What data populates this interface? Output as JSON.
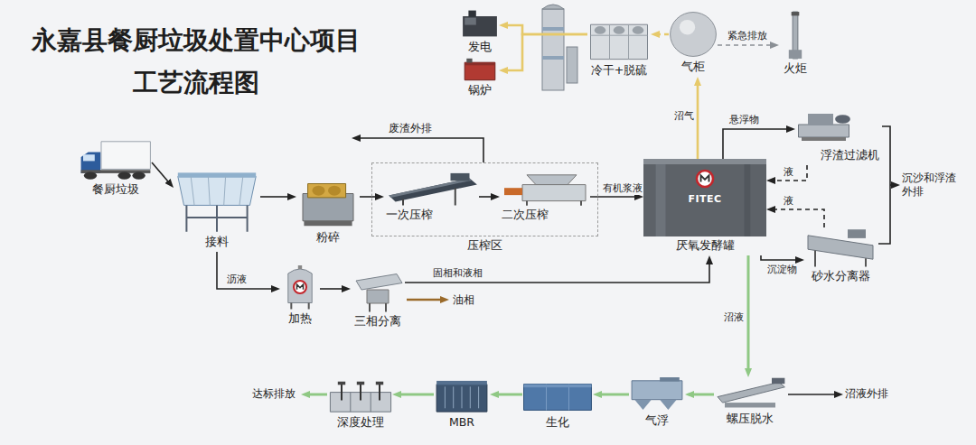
{
  "diagram": {
    "title": "永嘉县餐厨垃圾处置中心项目 工艺流程图",
    "nodes": [
      {
        "text": [
          "餐厨垃圾"
        ]
      },
      {
        "text": [
          "接料"
        ]
      },
      {
        "text": [
          "粉碎"
        ]
      },
      {
        "text": [
          "压榨区"
        ]
      },
      {
        "text": [
          "一次压榨"
        ],
        "in": 3
      },
      {
        "text": [
          "二次压榨"
        ],
        "in": 3
      },
      {
        "text": [
          "FITEC",
          "厌氧发酵罐"
        ]
      },
      {
        "text": [
          "加热"
        ]
      },
      {
        "text": [
          "三相分离"
        ]
      },
      {
        "text": [
          "浮渣过滤机"
        ]
      },
      {
        "text": [
          "砂水分离器"
        ]
      },
      {
        "text": [
          "气柜"
        ]
      },
      {
        "text": [
          "火炬"
        ]
      },
      {
        "text": [
          "冷干+脱硫"
        ]
      },
      {
        "text": [
          "发电"
        ]
      },
      {
        "text": [
          "锅炉"
        ]
      },
      {
        "text": [
          "螺压脱水"
        ]
      },
      {
        "text": [
          "气浮"
        ]
      },
      {
        "text": [
          "生化"
        ]
      },
      {
        "text": [
          "MBR"
        ]
      },
      {
        "text": [
          "深度处理"
        ]
      }
    ],
    "edges": [
      {
        "from": 0,
        "to": 1,
        "arrow": "to"
      },
      {
        "from": 1,
        "to": 2,
        "arrow": "to"
      },
      {
        "from": 2,
        "to": 4,
        "arrow": "to"
      },
      {
        "from": 4,
        "to": 5,
        "arrow": "to"
      },
      {
        "from": 5,
        "to": 6,
        "label": "有机浆液",
        "arrow": "to"
      },
      {
        "from": 1,
        "to": 7,
        "label": "沥液",
        "arrow": "to"
      },
      {
        "from": 7,
        "to": 8,
        "arrow": "to"
      },
      {
        "from": 8,
        "to": 6,
        "label": "固相和液相",
        "arrow": "to"
      },
      {
        "from": 6,
        "to": 11,
        "label": "沼气",
        "arrow": "to"
      },
      {
        "from": 11,
        "to": 13,
        "arrow": "to"
      },
      {
        "from": 11,
        "to": 12,
        "label": "紧急排放",
        "arrow": "to"
      },
      {
        "from": 13,
        "to": 14,
        "arrow": "to"
      },
      {
        "from": 13,
        "to": 15,
        "arrow": "to"
      },
      {
        "from": 6,
        "to": 9,
        "label": "悬浮物",
        "arrow": "to"
      },
      {
        "from": 9,
        "to": 6,
        "label": "液",
        "arrow": "to"
      },
      {
        "from": 6,
        "to": 10,
        "label": "沉淀物",
        "arrow": "to"
      },
      {
        "from": 10,
        "to": 6,
        "label": "液",
        "arrow": "to"
      },
      {
        "from": 6,
        "to": 16,
        "label": "沼液",
        "arrow": "to"
      },
      {
        "from": 16,
        "to": 17,
        "arrow": "to"
      },
      {
        "from": 17,
        "to": 18,
        "arrow": "to"
      },
      {
        "from": 18,
        "to": 19,
        "arrow": "to"
      },
      {
        "from": 19,
        "to": 20,
        "arrow": "to"
      }
    ],
    "labels": [
      "废渣外排",
      "油相",
      "沉沙和浮渣外排",
      "沼液外排",
      "达标排放"
    ]
  }
}
